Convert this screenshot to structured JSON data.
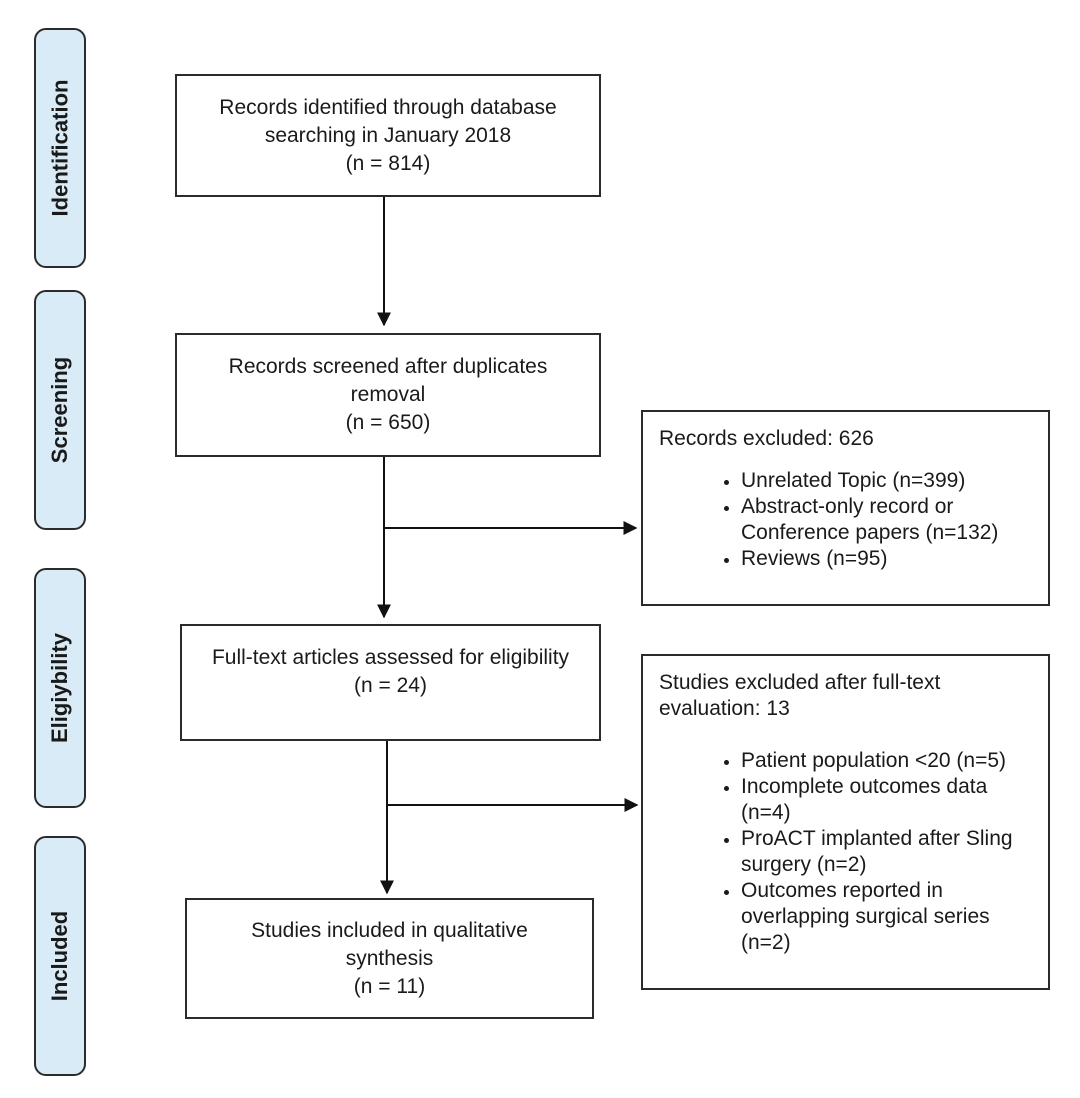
{
  "stages": {
    "identification": "Identification",
    "screening": "Screening",
    "eligibility": "Eligiybility",
    "included": "Included"
  },
  "boxes": {
    "identified": {
      "line1": "Records identified through database",
      "line2": "searching in January 2018",
      "count": "(n = 814)"
    },
    "screened": {
      "line1": "Records screened after duplicates",
      "line2": "removal",
      "count": "(n = 650)"
    },
    "fulltext": {
      "line1": "Full-text articles assessed for eligibility",
      "count": "(n = 24)"
    },
    "included": {
      "line1": "Studies included in qualitative",
      "line2": "synthesis",
      "count": "(n = 11)"
    },
    "records_excluded": {
      "title": "Records excluded: 626",
      "items": [
        "Unrelated Topic (n=399)",
        "Abstract-only record or Conference papers (n=132)",
        "Reviews (n=95)"
      ]
    },
    "studies_excluded": {
      "title": "Studies excluded after full-text evaluation: 13",
      "items": [
        "Patient population <20 (n=5)",
        "Incomplete outcomes data (n=4)",
        "ProACT implanted after Sling surgery (n=2)",
        "Outcomes reported in overlapping surgical series (n=2)"
      ]
    }
  }
}
